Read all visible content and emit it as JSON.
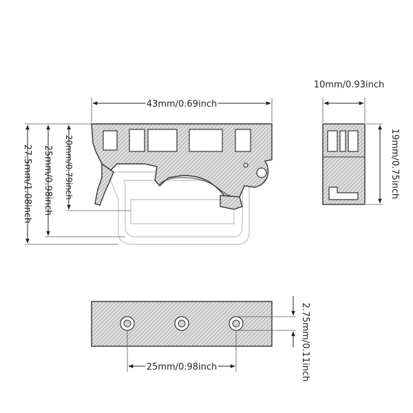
{
  "dimensions": {
    "front_width": "43mm/0.69inch",
    "side_width": "10mm/0.93inch",
    "height_outer": "27.5mm/1.08inch",
    "height_middle": "25mm/0.98inch",
    "height_inner": "20mm/0.79inch",
    "side_height": "19mm/0.75inch",
    "hole_spacing": "25mm/0.98inch",
    "hole_diameter": "2.75mm/0.11inch"
  }
}
